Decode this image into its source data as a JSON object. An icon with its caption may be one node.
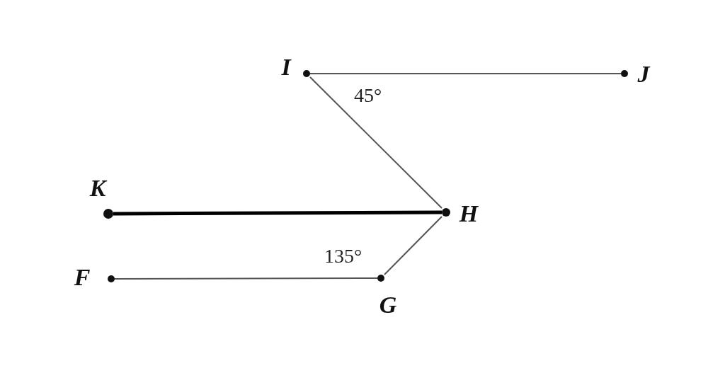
{
  "diagram": {
    "nodes": [
      {
        "text": [
          "I"
        ]
      },
      {
        "text": [
          "J"
        ]
      },
      {
        "text": [
          "K"
        ]
      },
      {
        "text": [
          "H"
        ]
      },
      {
        "text": [
          "F"
        ]
      },
      {
        "text": [
          "G"
        ]
      }
    ],
    "edges": [
      {
        "from": 0,
        "to": 1,
        "arrow": "none"
      },
      {
        "from": 0,
        "to": 3,
        "arrow": "none"
      },
      {
        "from": 2,
        "to": 3,
        "arrow": "none",
        "style": "thick"
      },
      {
        "from": 3,
        "to": 5,
        "arrow": "none"
      },
      {
        "from": 4,
        "to": 5,
        "arrow": "none"
      }
    ],
    "labels": [
      "45°",
      "135°"
    ]
  }
}
